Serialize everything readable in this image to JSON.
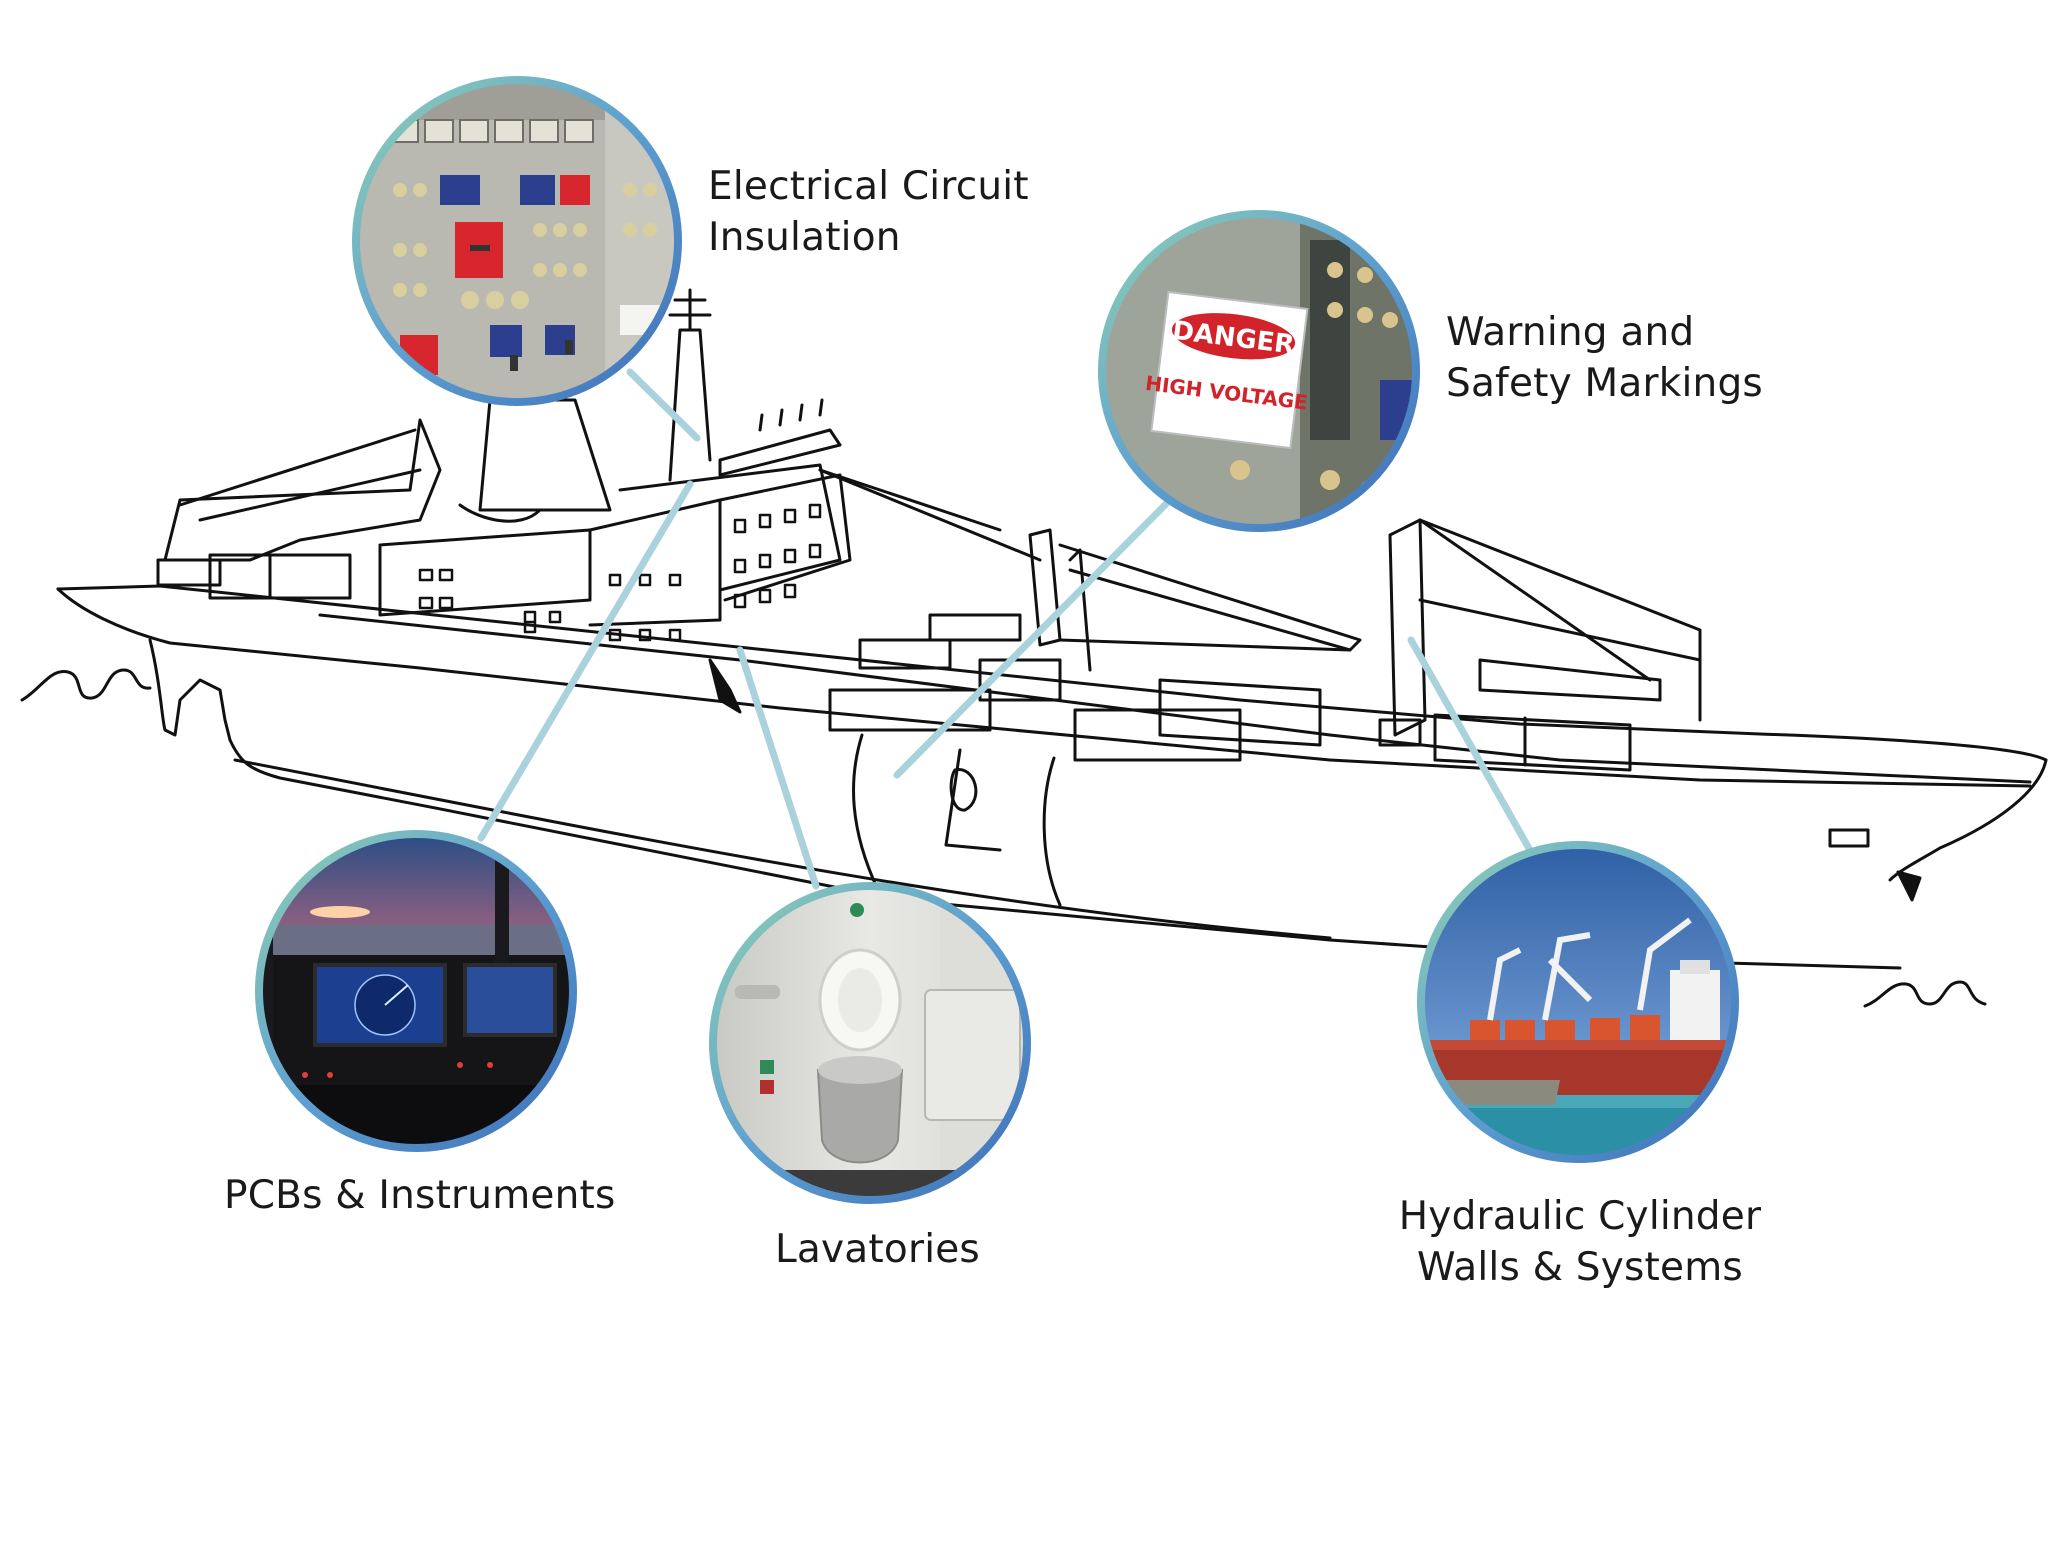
{
  "callouts": [
    {
      "id": "electrical",
      "lines": [
        "Electrical Circuit",
        "Insulation"
      ],
      "photo_icon": "control-panel-photo"
    },
    {
      "id": "warning",
      "lines": [
        "Warning and",
        "Safety Markings"
      ],
      "photo_icon": "danger-sign-photo",
      "sign": {
        "title": "DANGER",
        "subtitle": "HIGH VOLTAGE"
      }
    },
    {
      "id": "pcbs",
      "lines": [
        "PCBs & Instruments"
      ],
      "photo_icon": "bridge-instruments-photo"
    },
    {
      "id": "lavatories",
      "lines": [
        "Lavatories"
      ],
      "photo_icon": "toilet-photo"
    },
    {
      "id": "hydraulic",
      "lines": [
        "Hydraulic Cylinder",
        "Walls & Systems"
      ],
      "photo_icon": "cargo-ship-cranes-photo"
    }
  ],
  "colors": {
    "leader_line": "#a9d2dd",
    "ring_blue": "#4f86c6",
    "ring_green": "#7dc6a8",
    "outline": "#111111",
    "danger_red": "#d2232a"
  }
}
